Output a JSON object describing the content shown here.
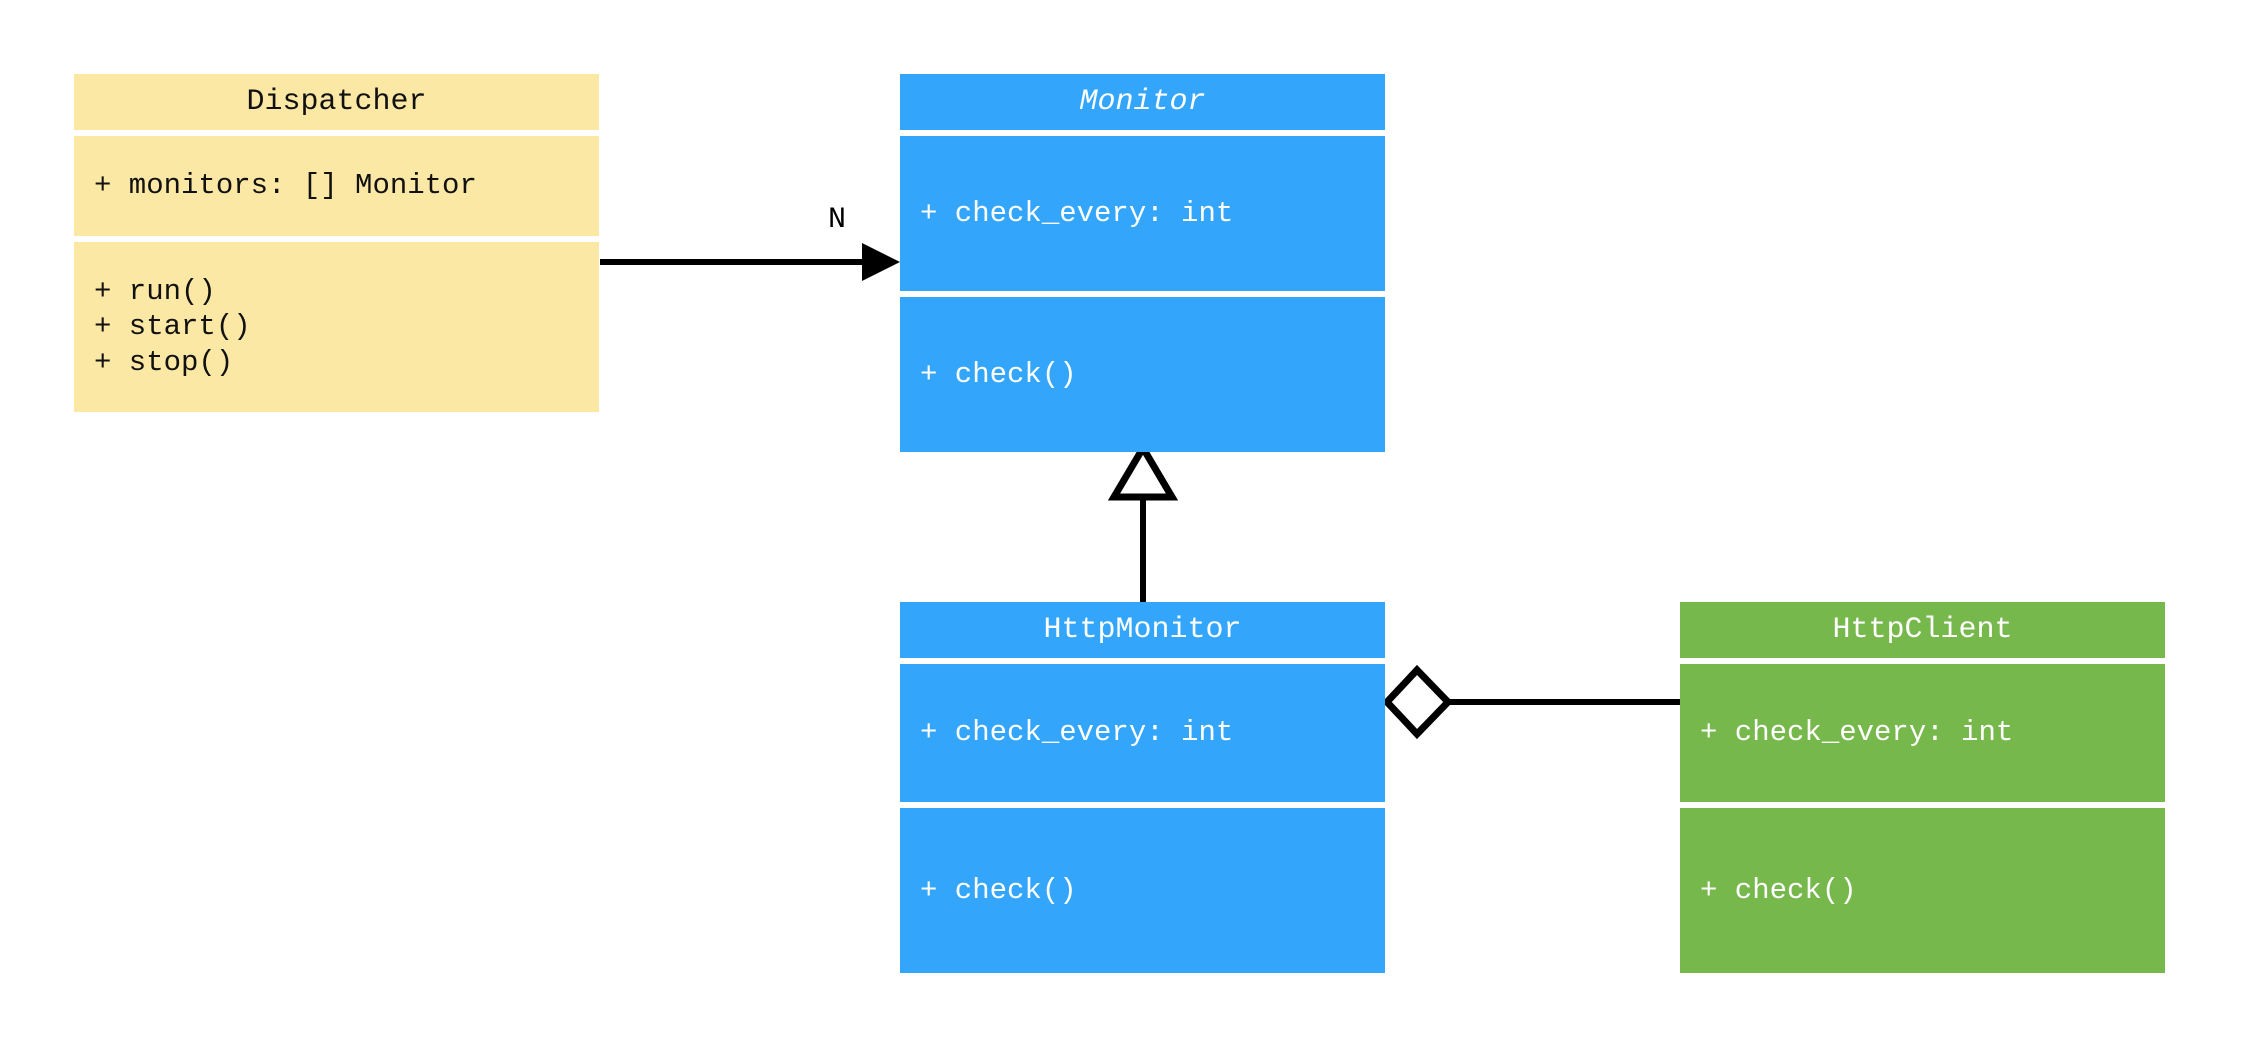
{
  "diagram": {
    "type": "uml-class-diagram",
    "background": "#ffffff",
    "palette": {
      "yellow": "#fbe8a4",
      "blue": "#33a6fb",
      "green": "#77b84d",
      "line": "#000000",
      "dark_text": "#111111",
      "light_text": "#ffffff"
    }
  },
  "classes": {
    "dispatcher": {
      "name": "Dispatcher",
      "abstract": false,
      "color": "#fbe8a4",
      "attributes": [
        "+ monitors: [] Monitor"
      ],
      "methods": [
        "+ run()",
        "+ start()",
        "+ stop()"
      ]
    },
    "monitor": {
      "name": "Monitor",
      "abstract": true,
      "color": "#33a6fb",
      "attributes": [
        "+ check_every: int"
      ],
      "methods": [
        "+ check()"
      ]
    },
    "http_monitor": {
      "name": "HttpMonitor",
      "abstract": false,
      "color": "#33a6fb",
      "attributes": [
        "+ check_every: int"
      ],
      "methods": [
        "+ check()"
      ]
    },
    "http_client": {
      "name": "HttpClient",
      "abstract": false,
      "color": "#77b84d",
      "attributes": [
        "+ check_every: int"
      ],
      "methods": [
        "+ check()"
      ]
    }
  },
  "relationships": {
    "dispatcher_to_monitor": {
      "kind": "association",
      "from": "Dispatcher",
      "to": "Monitor",
      "multiplicity_label": "N",
      "arrow": "filled-triangle"
    },
    "http_monitor_to_monitor": {
      "kind": "generalization",
      "from": "HttpMonitor",
      "to": "Monitor",
      "multiplicity_label": "",
      "arrow": "hollow-triangle"
    },
    "http_monitor_to_http_client": {
      "kind": "aggregation",
      "from": "HttpMonitor",
      "to": "HttpClient",
      "multiplicity_label": "",
      "arrow": "hollow-diamond"
    }
  }
}
